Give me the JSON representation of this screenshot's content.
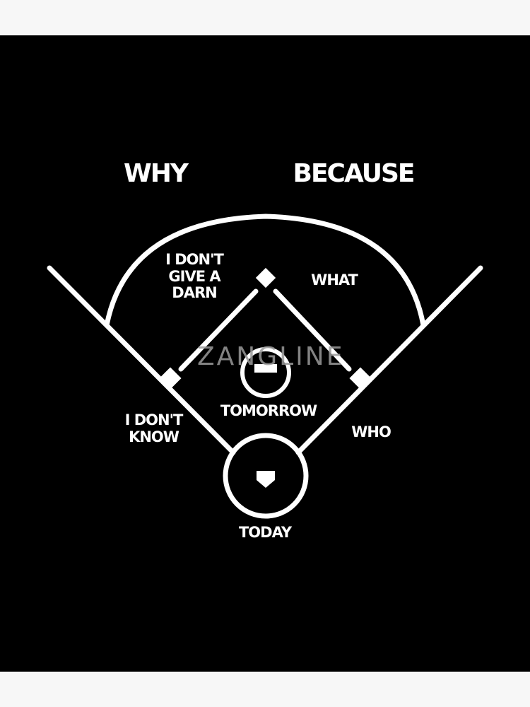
{
  "header_labels": {
    "left": "WHY",
    "right": "BECAUSE"
  },
  "field": {
    "left_outfield": "I DON'T\nGIVE A\nDARN",
    "center_field": "WHAT",
    "pitcher_area": "TOMORROW",
    "third_base_area": "I DON'T\nKNOW",
    "first_base_area": "WHO",
    "home_plate": "TODAY"
  },
  "watermark": "ZANGLINE",
  "colors": {
    "background_band": "#f7f7f7",
    "panel": "#000000",
    "lines": "#ffffff",
    "watermark": "#9a9a9a"
  }
}
